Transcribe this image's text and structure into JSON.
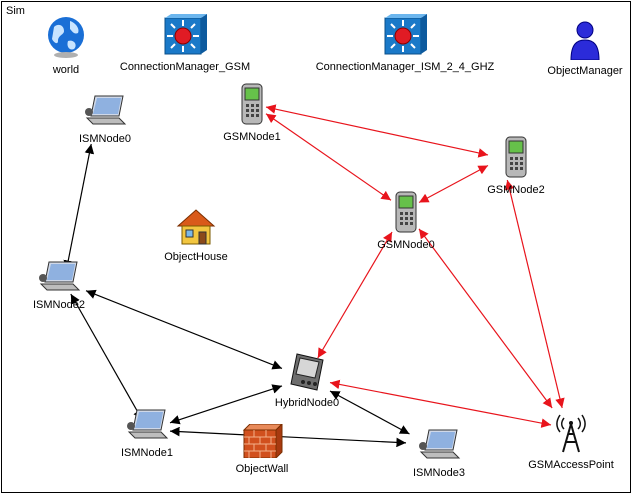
{
  "frame": {
    "title": "Sim"
  },
  "nodes": {
    "world": {
      "label": "world",
      "icon": "globe-icon"
    },
    "cm_gsm": {
      "label": "ConnectionManager_GSM",
      "icon": "connection-manager-icon"
    },
    "cm_ism": {
      "label": "ConnectionManager_ISM_2_4_GHZ",
      "icon": "connection-manager-icon"
    },
    "object_manager": {
      "label": "ObjectManager",
      "icon": "person-icon"
    },
    "ismnode0": {
      "label": "ISMNode0",
      "icon": "laptop-icon"
    },
    "gsmnode1": {
      "label": "GSMNode1",
      "icon": "mobile-phone-icon"
    },
    "gsmnode2": {
      "label": "GSMNode2",
      "icon": "mobile-phone-icon"
    },
    "object_house": {
      "label": "ObjectHouse",
      "icon": "house-icon"
    },
    "gsmnode0": {
      "label": "GSMNode0",
      "icon": "mobile-phone-icon"
    },
    "ismnode2": {
      "label": "ISMNode2",
      "icon": "laptop-icon"
    },
    "hybridnode0": {
      "label": "HybridNode0",
      "icon": "pda-icon"
    },
    "ismnode1": {
      "label": "ISMNode1",
      "icon": "laptop-icon"
    },
    "object_wall": {
      "label": "ObjectWall",
      "icon": "brick-wall-icon"
    },
    "ismnode3": {
      "label": "ISMNode3",
      "icon": "laptop-icon"
    },
    "gsm_access_point": {
      "label": "GSMAccessPoint",
      "icon": "antenna-tower-icon"
    }
  },
  "connections": [
    {
      "from": "gsmnode1",
      "to": "gsmnode2",
      "color": "#e8141c"
    },
    {
      "from": "gsmnode1",
      "to": "gsmnode0",
      "color": "#e8141c"
    },
    {
      "from": "gsmnode2",
      "to": "gsmnode0",
      "color": "#e8141c"
    },
    {
      "from": "gsmnode2",
      "to": "gsm_access_point",
      "color": "#e8141c"
    },
    {
      "from": "gsmnode0",
      "to": "gsm_access_point",
      "color": "#e8141c"
    },
    {
      "from": "gsmnode0",
      "to": "hybridnode0",
      "color": "#e8141c"
    },
    {
      "from": "hybridnode0",
      "to": "gsm_access_point",
      "color": "#e8141c"
    },
    {
      "from": "ismnode0",
      "to": "ismnode2",
      "color": "#000000"
    },
    {
      "from": "ismnode2",
      "to": "hybridnode0",
      "color": "#000000"
    },
    {
      "from": "ismnode2",
      "to": "ismnode1",
      "color": "#000000"
    },
    {
      "from": "hybridnode0",
      "to": "ismnode1",
      "color": "#000000"
    },
    {
      "from": "hybridnode0",
      "to": "ismnode3",
      "color": "#000000"
    },
    {
      "from": "ismnode1",
      "to": "ismnode3",
      "color": "#000000"
    }
  ]
}
